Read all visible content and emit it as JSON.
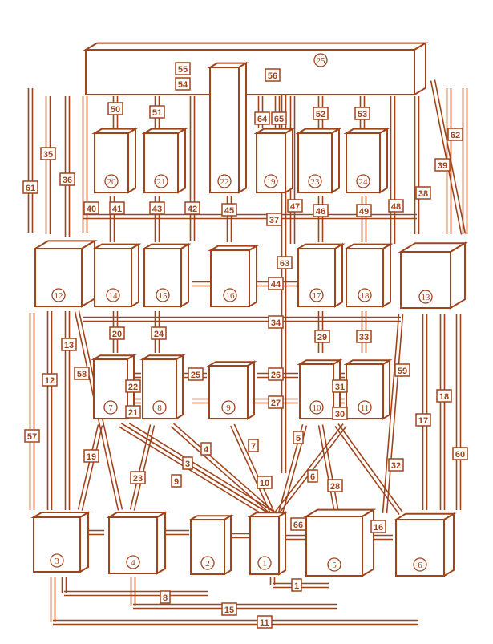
{
  "diagram": {
    "colors": {
      "stroke": "#a0441c",
      "background": "#ffffff"
    },
    "block_numbers": {
      "b25": "25",
      "b20": "20",
      "b21": "21",
      "b22": "22",
      "b19": "19",
      "b23": "23",
      "b24": "24",
      "b12": "12",
      "b14": "14",
      "b15": "15",
      "b16": "16",
      "b17": "17",
      "b18": "18",
      "b13": "13",
      "b7": "7",
      "b8": "8",
      "b9": "9",
      "b10": "10",
      "b11": "11",
      "b3": "3",
      "b4": "4",
      "b2": "2",
      "b1": "1",
      "b5": "5",
      "b6": "6"
    },
    "link_labels": [
      "55",
      "54",
      "56",
      "50",
      "51",
      "64",
      "65",
      "52",
      "53",
      "35",
      "36",
      "61",
      "62",
      "39",
      "38",
      "40",
      "41",
      "43",
      "42",
      "45",
      "37",
      "47",
      "46",
      "49",
      "48",
      "63",
      "44",
      "34",
      "20",
      "24",
      "29",
      "33",
      "22",
      "21",
      "25",
      "26",
      "27",
      "31",
      "30",
      "13",
      "12",
      "58",
      "57",
      "59",
      "18",
      "17",
      "60",
      "19",
      "23",
      "9",
      "3",
      "4",
      "7",
      "5",
      "10",
      "6",
      "28",
      "32",
      "16",
      "66",
      "1",
      "8",
      "15",
      "11"
    ]
  }
}
